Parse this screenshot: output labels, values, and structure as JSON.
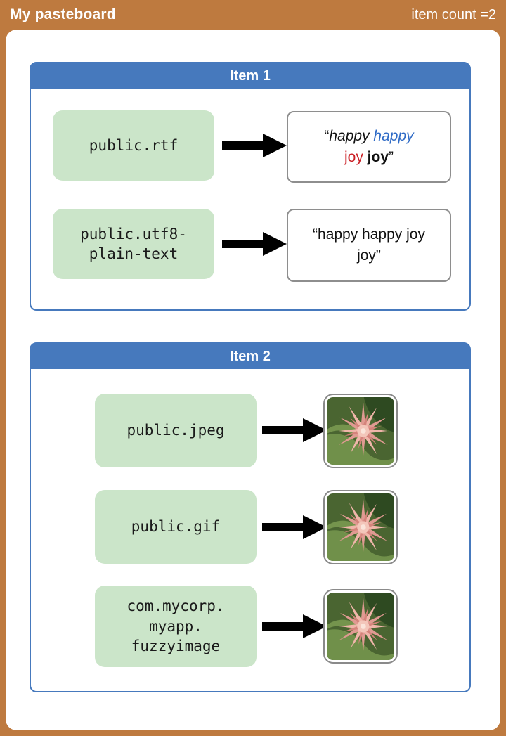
{
  "header": {
    "title": "My pasteboard",
    "item_count": "item count =2"
  },
  "items": [
    {
      "title": "Item 1",
      "rows": [
        {
          "type_label": "public.rtf",
          "preview_kind": "rich-text",
          "rich": {
            "open_quote": "“",
            "happy_italic": "happy",
            "happy_italic_blue": "happy",
            "joy_red": "joy",
            "joy_bold": "joy",
            "close_quote": "”"
          }
        },
        {
          "type_label": "public.utf8-\nplain-text",
          "preview_kind": "plain-text",
          "plain_text": "“happy happy joy joy”"
        }
      ]
    },
    {
      "title": "Item 2",
      "rows": [
        {
          "type_label": "public.jpeg",
          "preview_kind": "image",
          "preview_image": "flower-photo"
        },
        {
          "type_label": "public.gif",
          "preview_kind": "image",
          "preview_image": "flower-photo"
        },
        {
          "type_label": "com.mycorp.\nmyapp.\nfuzzyimage",
          "preview_kind": "image",
          "preview_image": "flower-photo"
        }
      ]
    }
  ],
  "colors": {
    "frame_orange": "#BE7A3F",
    "item_header_blue": "#4679BD",
    "type_box_green": "#CBE5C9",
    "arrow_orange": "#E2953F",
    "preview_border_gray": "#8E8E8E",
    "rich_text_blue": "#2F6BC6",
    "rich_text_red": "#CB2026"
  }
}
